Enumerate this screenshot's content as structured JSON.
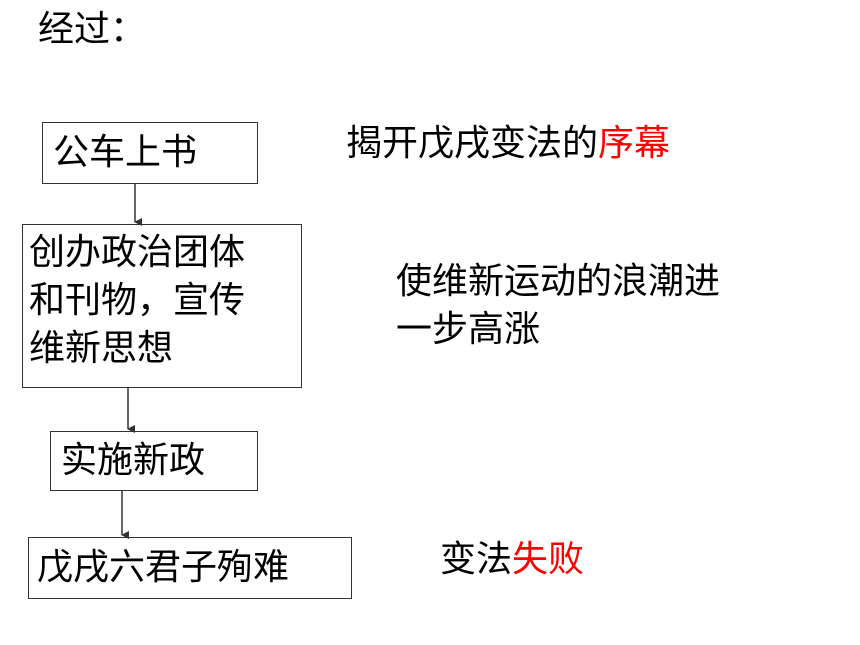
{
  "title": "经过：",
  "steps": [
    {
      "label": "公车上书"
    },
    {
      "lines": [
        "创办政治团体",
        "和刊物，宣传",
        "维新思想"
      ]
    },
    {
      "label": "实施新政"
    },
    {
      "label": "戊戌六君子殉难"
    }
  ],
  "notes": [
    {
      "text": "揭开戊戌变法的",
      "highlight": "序幕"
    },
    {
      "lines": [
        "使维新运动的浪潮进",
        "一步高涨"
      ]
    },
    {
      "text": "变法",
      "highlight": "失败"
    }
  ],
  "colors": {
    "highlight": "#ff0000",
    "box_border": "#333333",
    "arrow": "#333333"
  }
}
